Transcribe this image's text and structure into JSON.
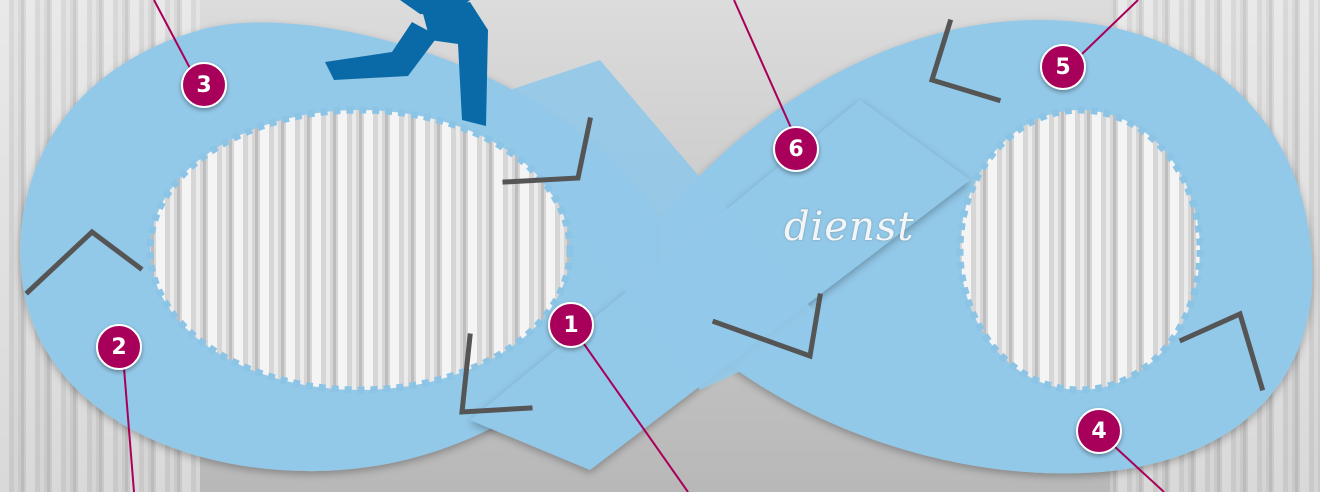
{
  "background": {
    "word": "dienst"
  },
  "steps": [
    {
      "number": "1"
    },
    {
      "number": "2"
    },
    {
      "number": "3"
    },
    {
      "number": "4"
    },
    {
      "number": "5"
    },
    {
      "number": "6"
    }
  ],
  "colors": {
    "loop": "#92c8e8",
    "badge": "#a8005a",
    "connector": "#a8005a",
    "runner": "#0a6aa8",
    "step_outline": "#555555"
  }
}
